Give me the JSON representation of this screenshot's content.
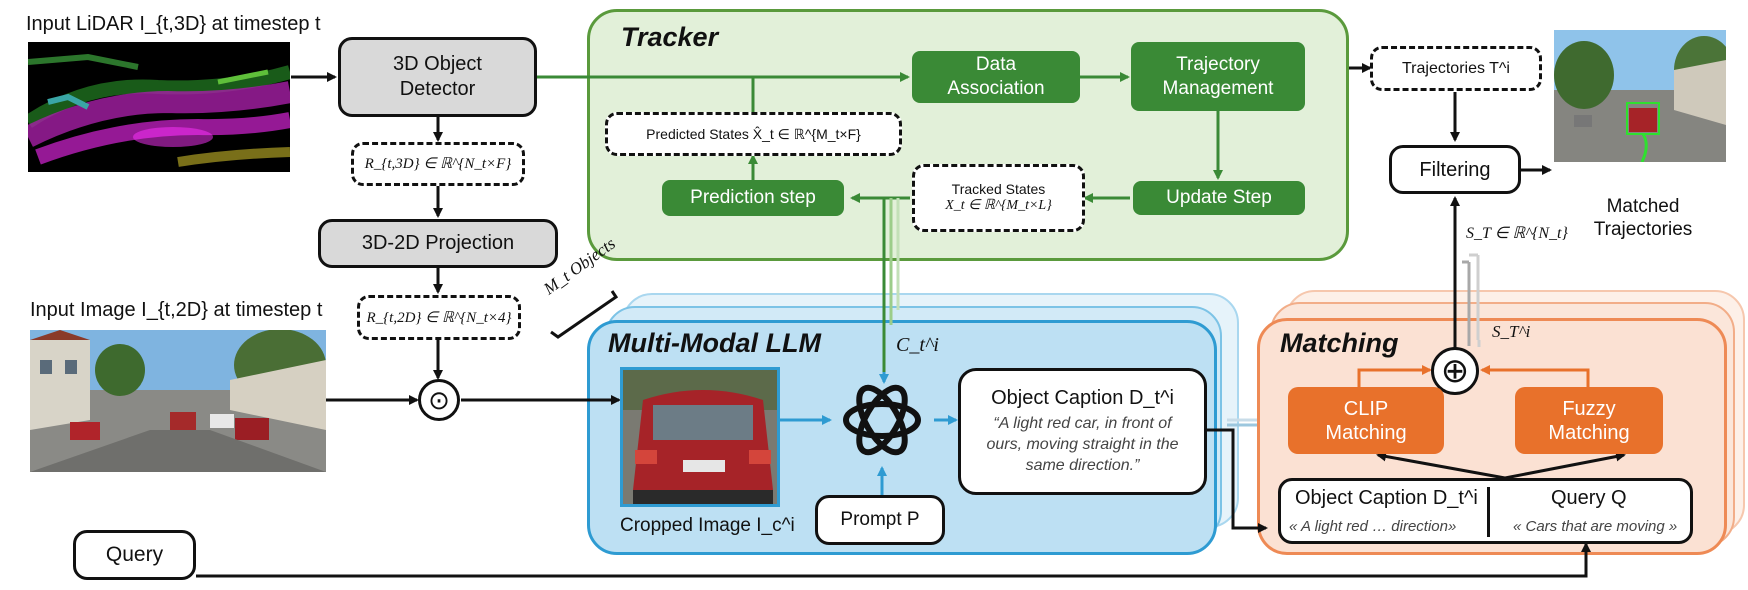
{
  "inputs": {
    "lidar_label": "Input LiDAR I_{t,3D} at timestep t",
    "image_label": "Input Image I_{t,2D} at timestep t"
  },
  "detector": {
    "label": "3D Object Detector"
  },
  "r3d": {
    "label": "R_{t,3D} ∈ ℝ^{N_t×F}"
  },
  "projection": {
    "label": "3D-2D Projection"
  },
  "r2d": {
    "label": "R_{t,2D} ∈ ℝ^{N_t×4}"
  },
  "fusion_symbol": "⊙",
  "mt_objects": "M_t Objects",
  "tracker": {
    "title": "Tracker",
    "data_association": "Data Association",
    "trajectory_management": "Trajectory Management",
    "predicted_states": "Predicted States X̂_t ∈ ℝ^{M_t×F}",
    "prediction_step": "Prediction step",
    "tracked_states_line1": "Tracked States",
    "tracked_states_line2": "X_t ∈ ℝ^{M_t×L}",
    "update_step": "Update Step"
  },
  "trajectories": "Trajectories T^i",
  "filtering": "Filtering",
  "matched_trajectories": "Matched Trajectories",
  "st_label": "S_T ∈ ℝ^{N_t}",
  "sti_label": "S_T^i",
  "mmllm": {
    "title": "Multi-Modal LLM",
    "cti": "C_t^i",
    "cropped_label": "Cropped Image I_c^i",
    "prompt": "Prompt P",
    "caption_title": "Object Caption D_t^i",
    "caption_text": "“A light red car, in front of ours, moving straight in the same direction.”"
  },
  "matching": {
    "title": "Matching",
    "combine_symbol": "⊕",
    "clip": "CLIP Matching",
    "fuzzy": "Fuzzy Matching",
    "caption_head": "Object Caption D_t^i",
    "caption_quote": "« A light red … direction»",
    "query_head": "Query Q",
    "query_quote": "« Cars that are moving »"
  },
  "query": "Query",
  "colors": {
    "tracker_bg": "#e2f0d9",
    "tracker_border": "#5a9a3c",
    "green_box": "#3a8a36",
    "llm_bg": "#bde0f3",
    "llm_border": "#2e9bd2",
    "matching_bg": "#fbe1d3",
    "matching_border": "#ee8a55",
    "orange_box": "#e8712b",
    "gray_box": "#d9d9d9"
  }
}
